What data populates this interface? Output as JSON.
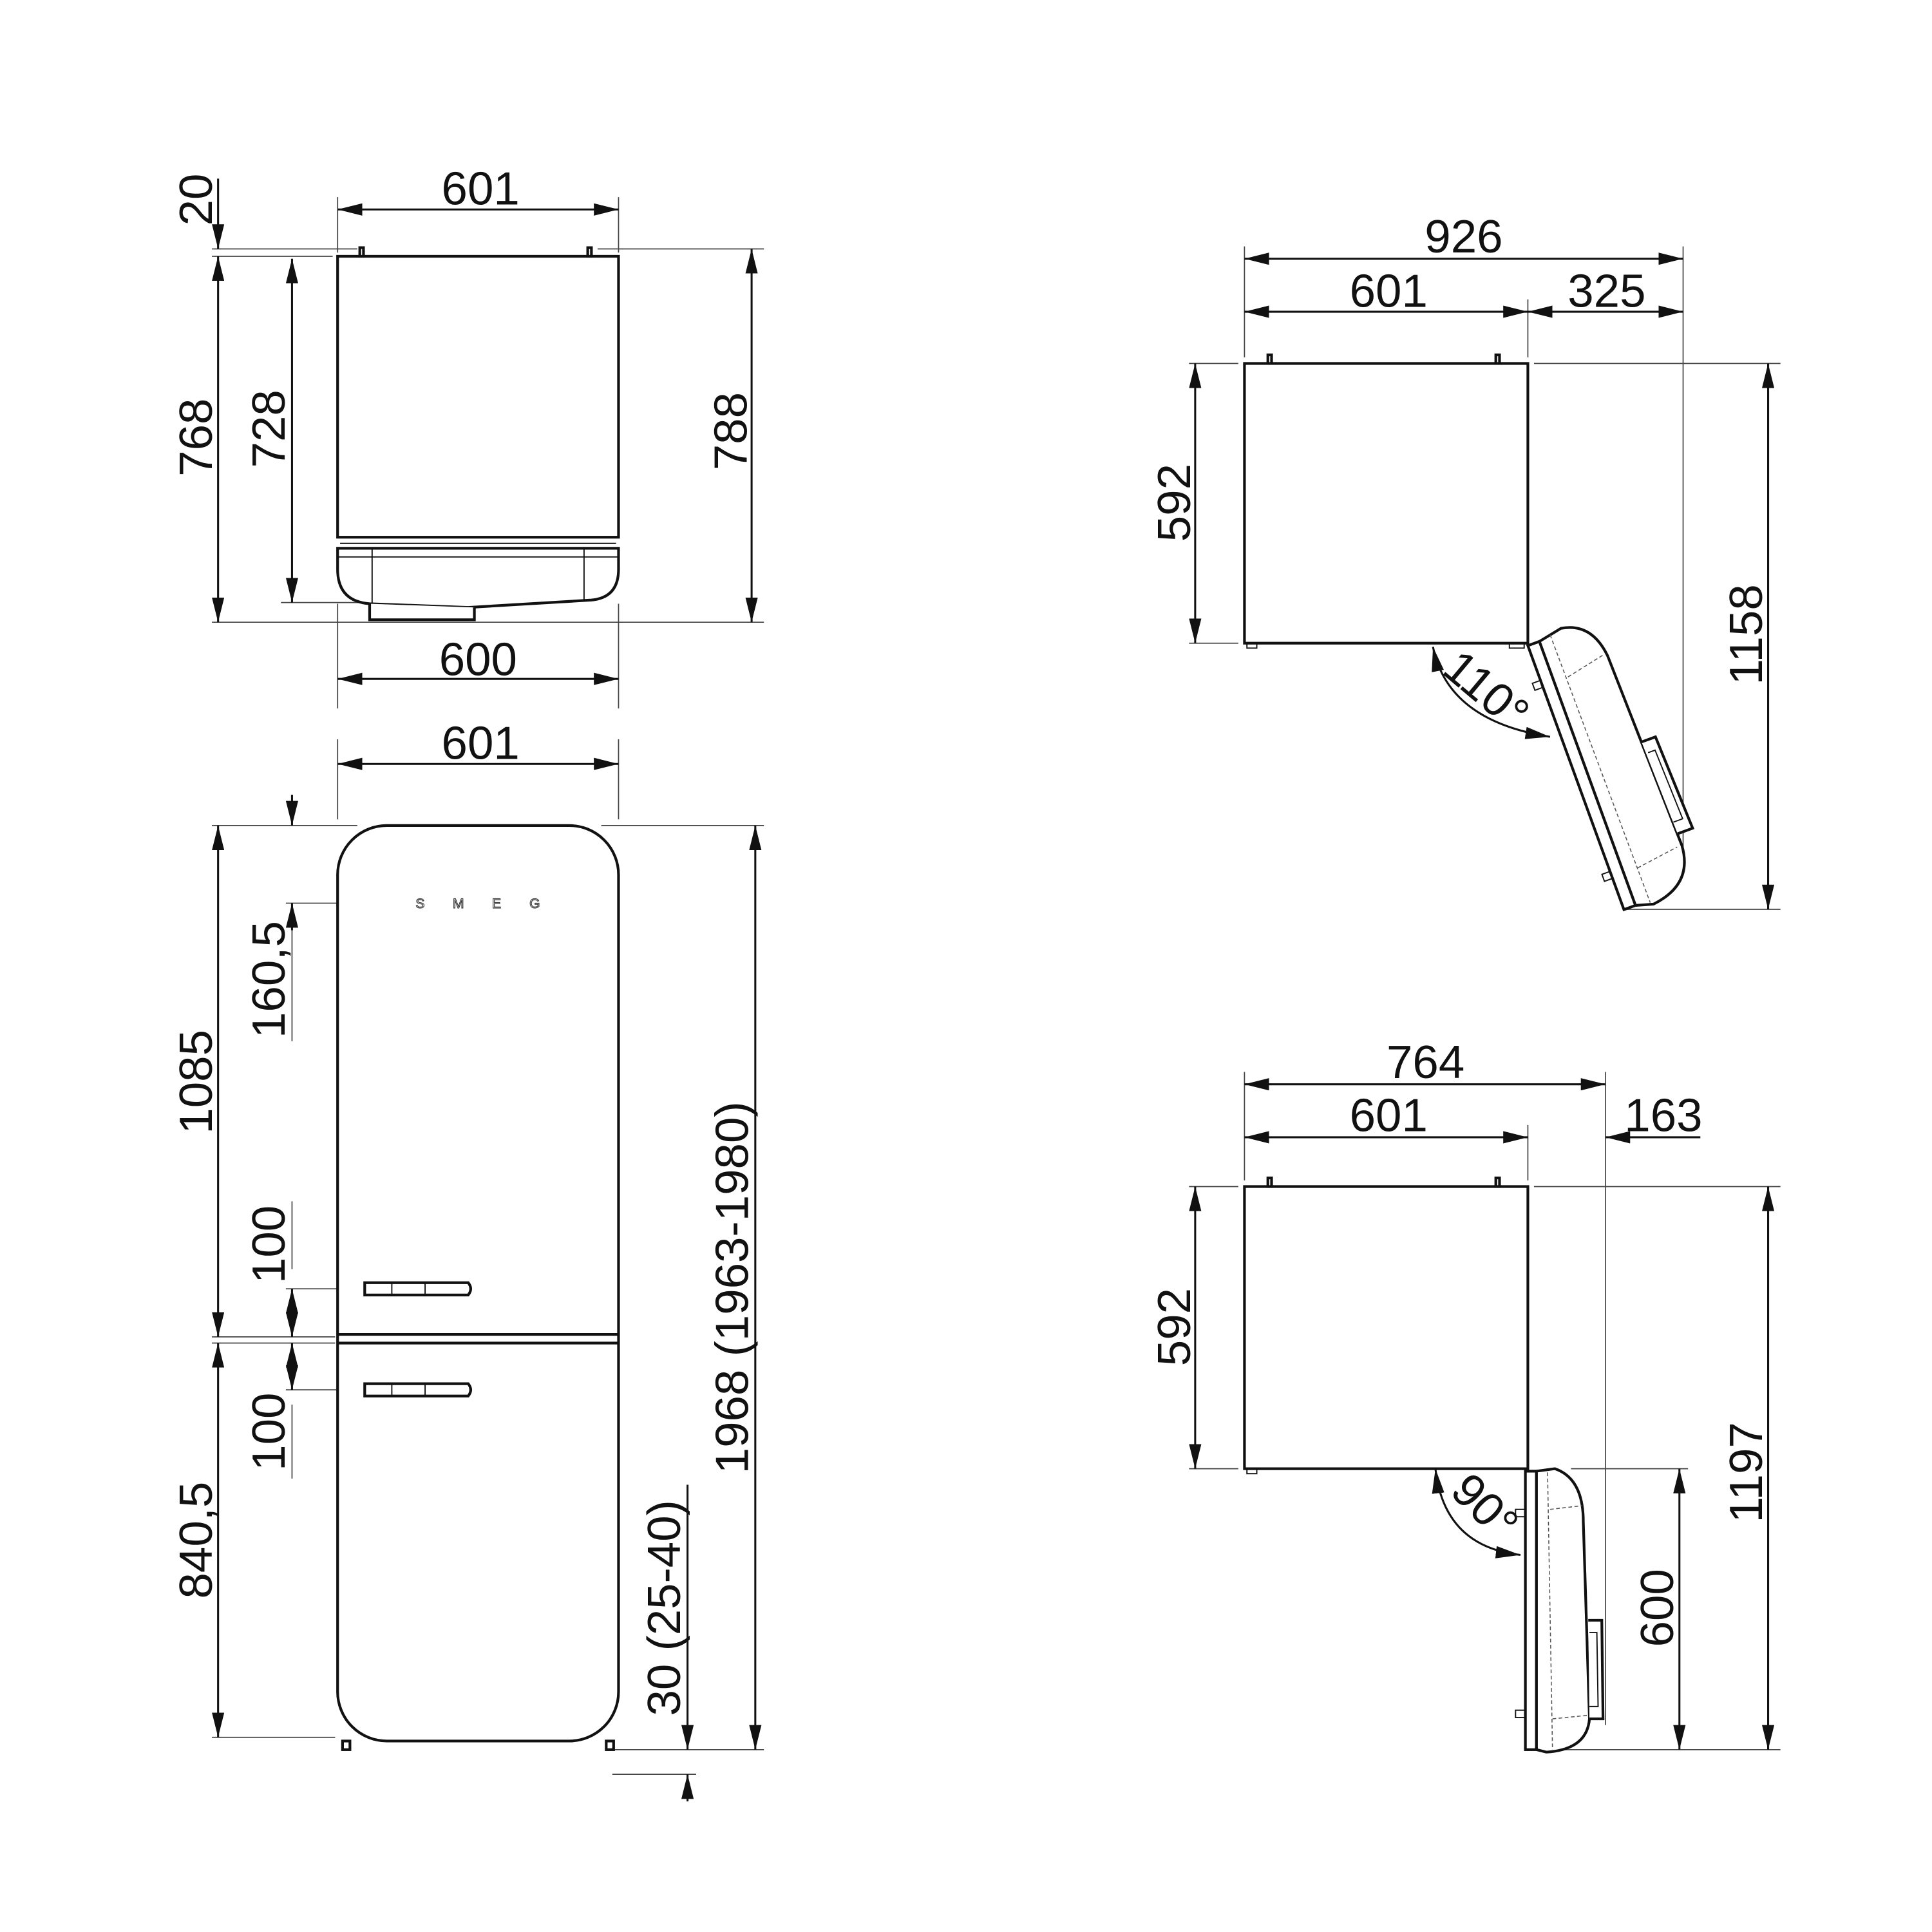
{
  "top_view": {
    "width_top": "601",
    "hinge_height": "20",
    "depth_total": "768",
    "depth_body": "728",
    "depth_with_hinge": "788",
    "width_bottom": "600"
  },
  "front_view": {
    "width": "601",
    "brand_letters": [
      "S",
      "M",
      "E",
      "G"
    ],
    "upper_section_height": "1085",
    "logo_offset": "160,5",
    "upper_handle_offset": "100",
    "lower_handle_offset": "100",
    "lower_section_height": "840,5",
    "total_height": "1968 (1963-1980)",
    "feet_adjustment": "30 (25-40)"
  },
  "side_view_110": {
    "overall_width": "926",
    "body_width": "601",
    "door_projection": "325",
    "body_depth": "592",
    "overall_depth": "1158",
    "opening_angle": "110°"
  },
  "side_view_90": {
    "overall_width": "764",
    "body_width": "601",
    "door_projection": "163",
    "body_depth": "592",
    "overall_depth": "1197",
    "door_depth": "600",
    "opening_angle": "90°"
  }
}
